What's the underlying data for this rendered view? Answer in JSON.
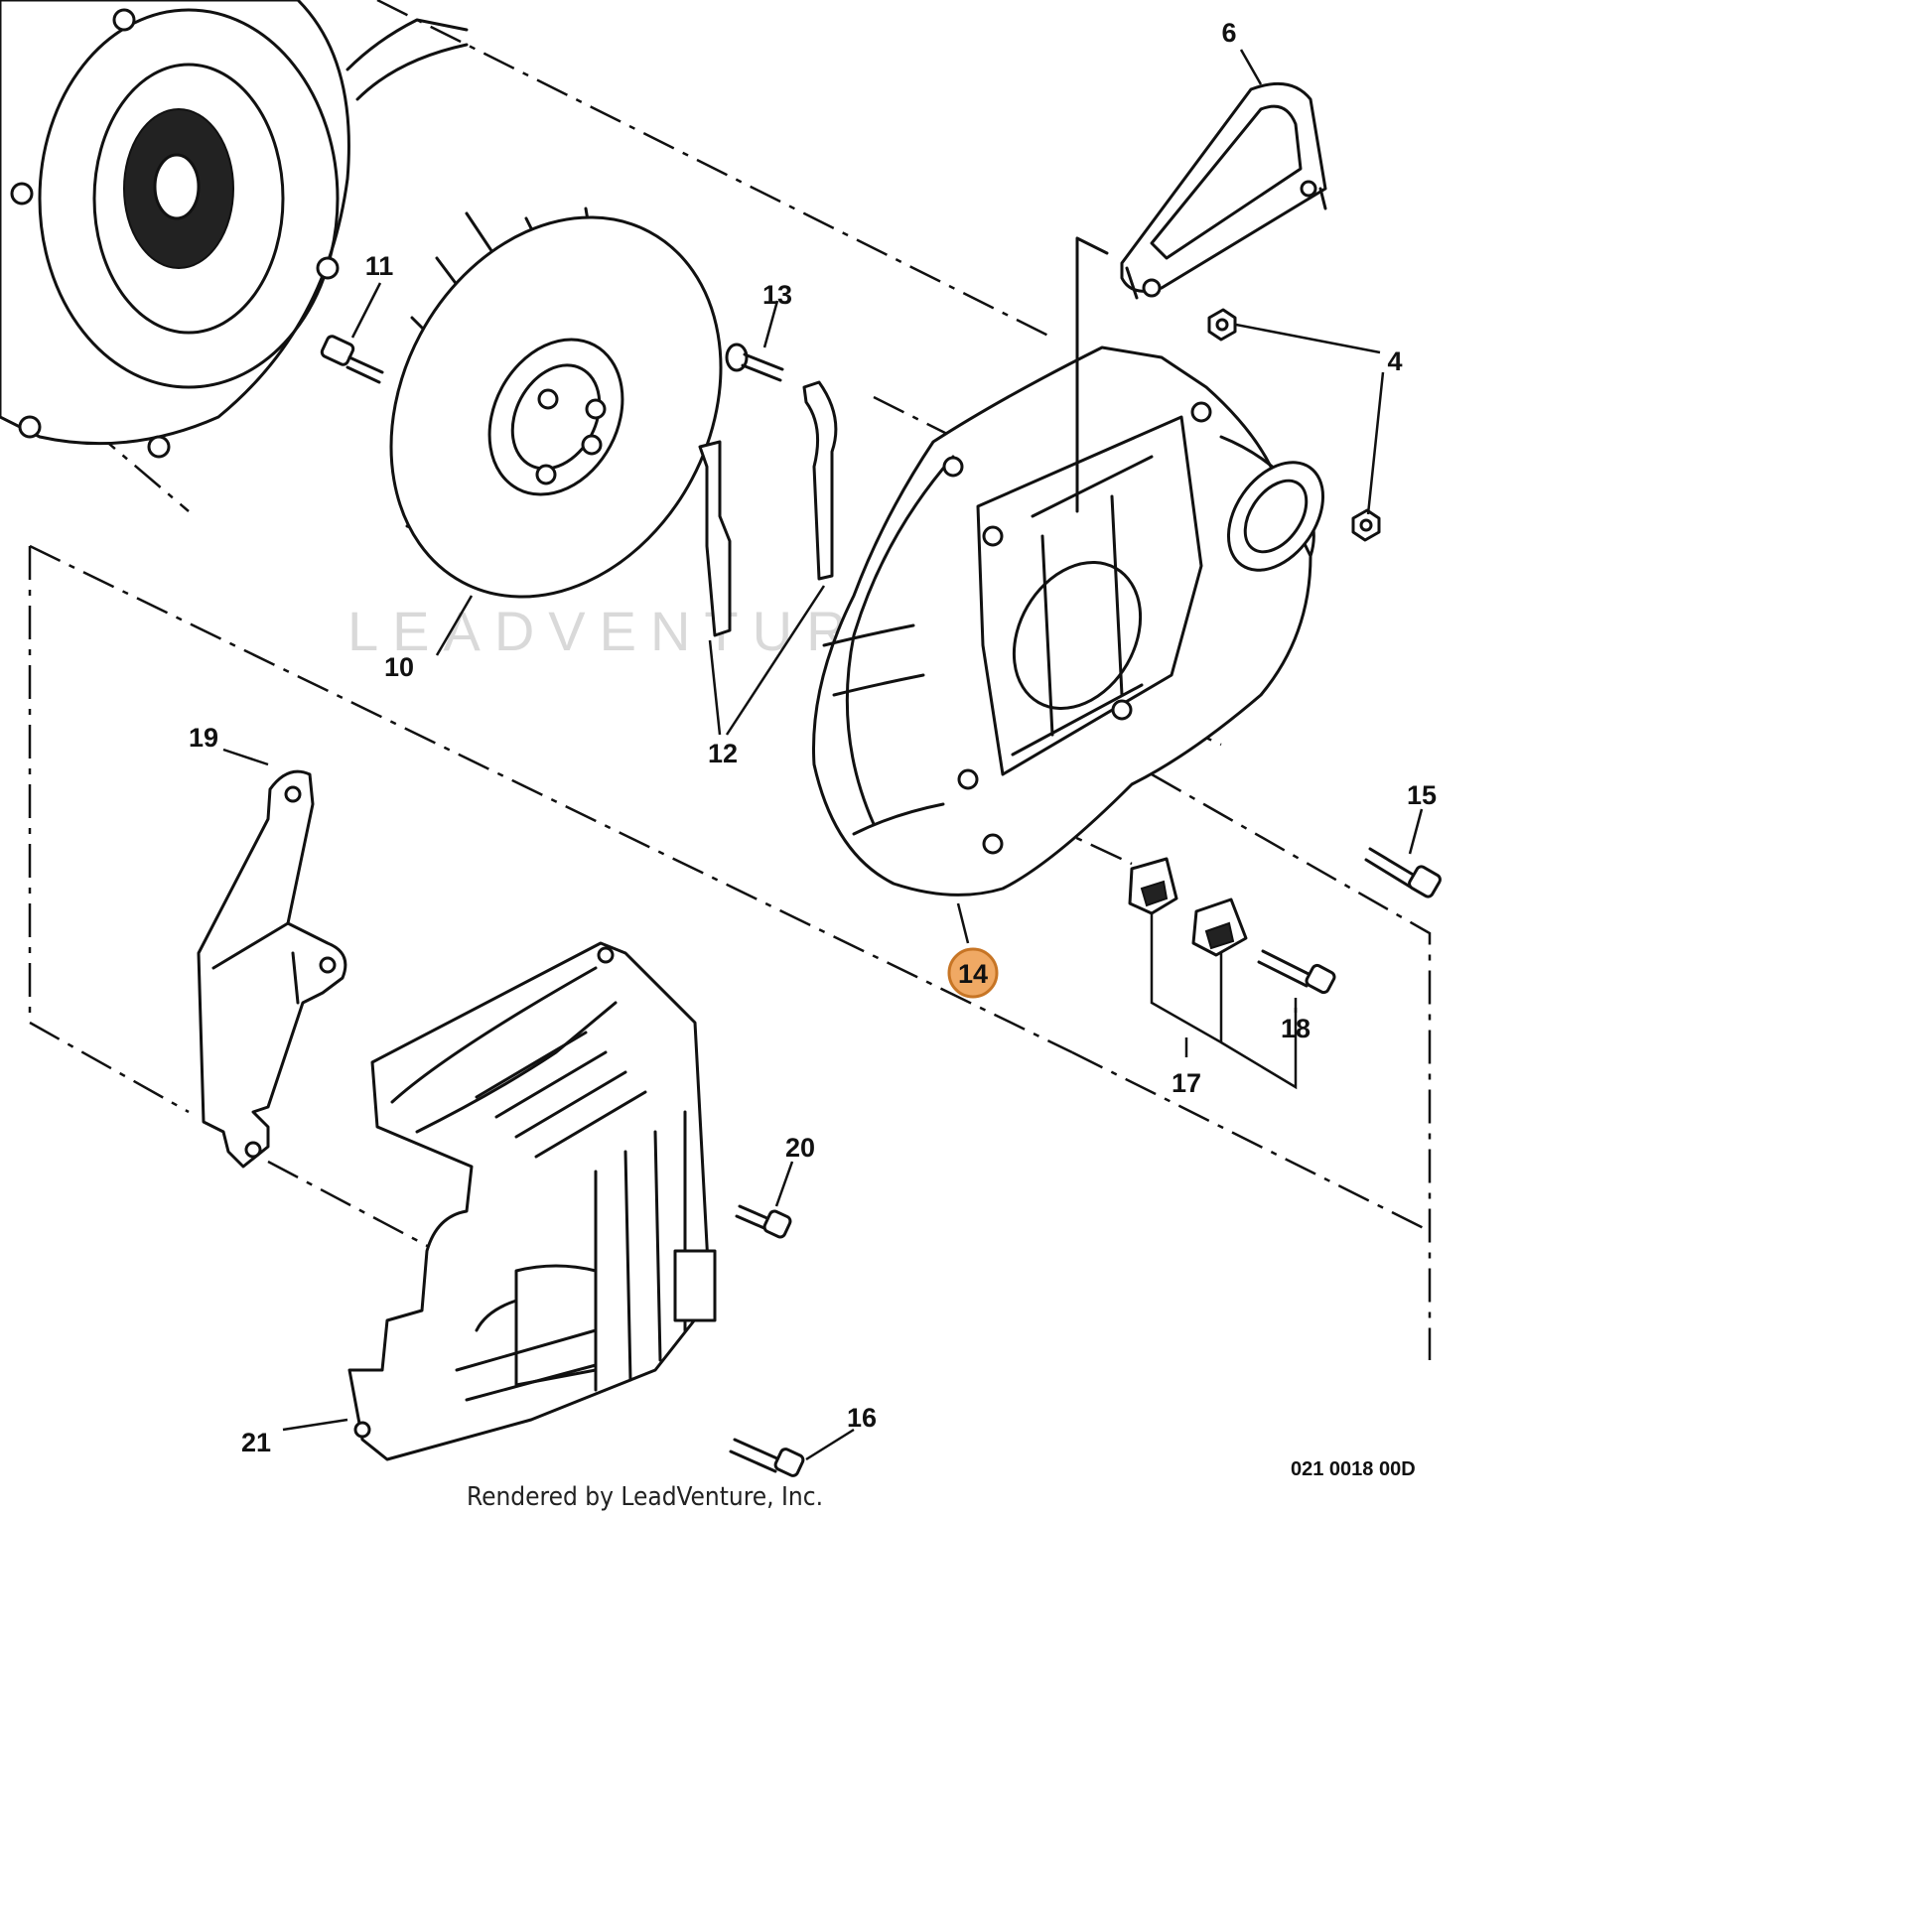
{
  "diagram": {
    "highlighted_callout": "14",
    "highlight_color": "#f0a964",
    "callouts": [
      "4",
      "6",
      "10",
      "11",
      "12",
      "13",
      "14",
      "15",
      "16",
      "17",
      "18",
      "19",
      "20",
      "21"
    ],
    "drawing_code": "021 0018 00D",
    "credit": "Rendered by LeadVenture, Inc.",
    "watermark": "LEADVENTURE"
  }
}
